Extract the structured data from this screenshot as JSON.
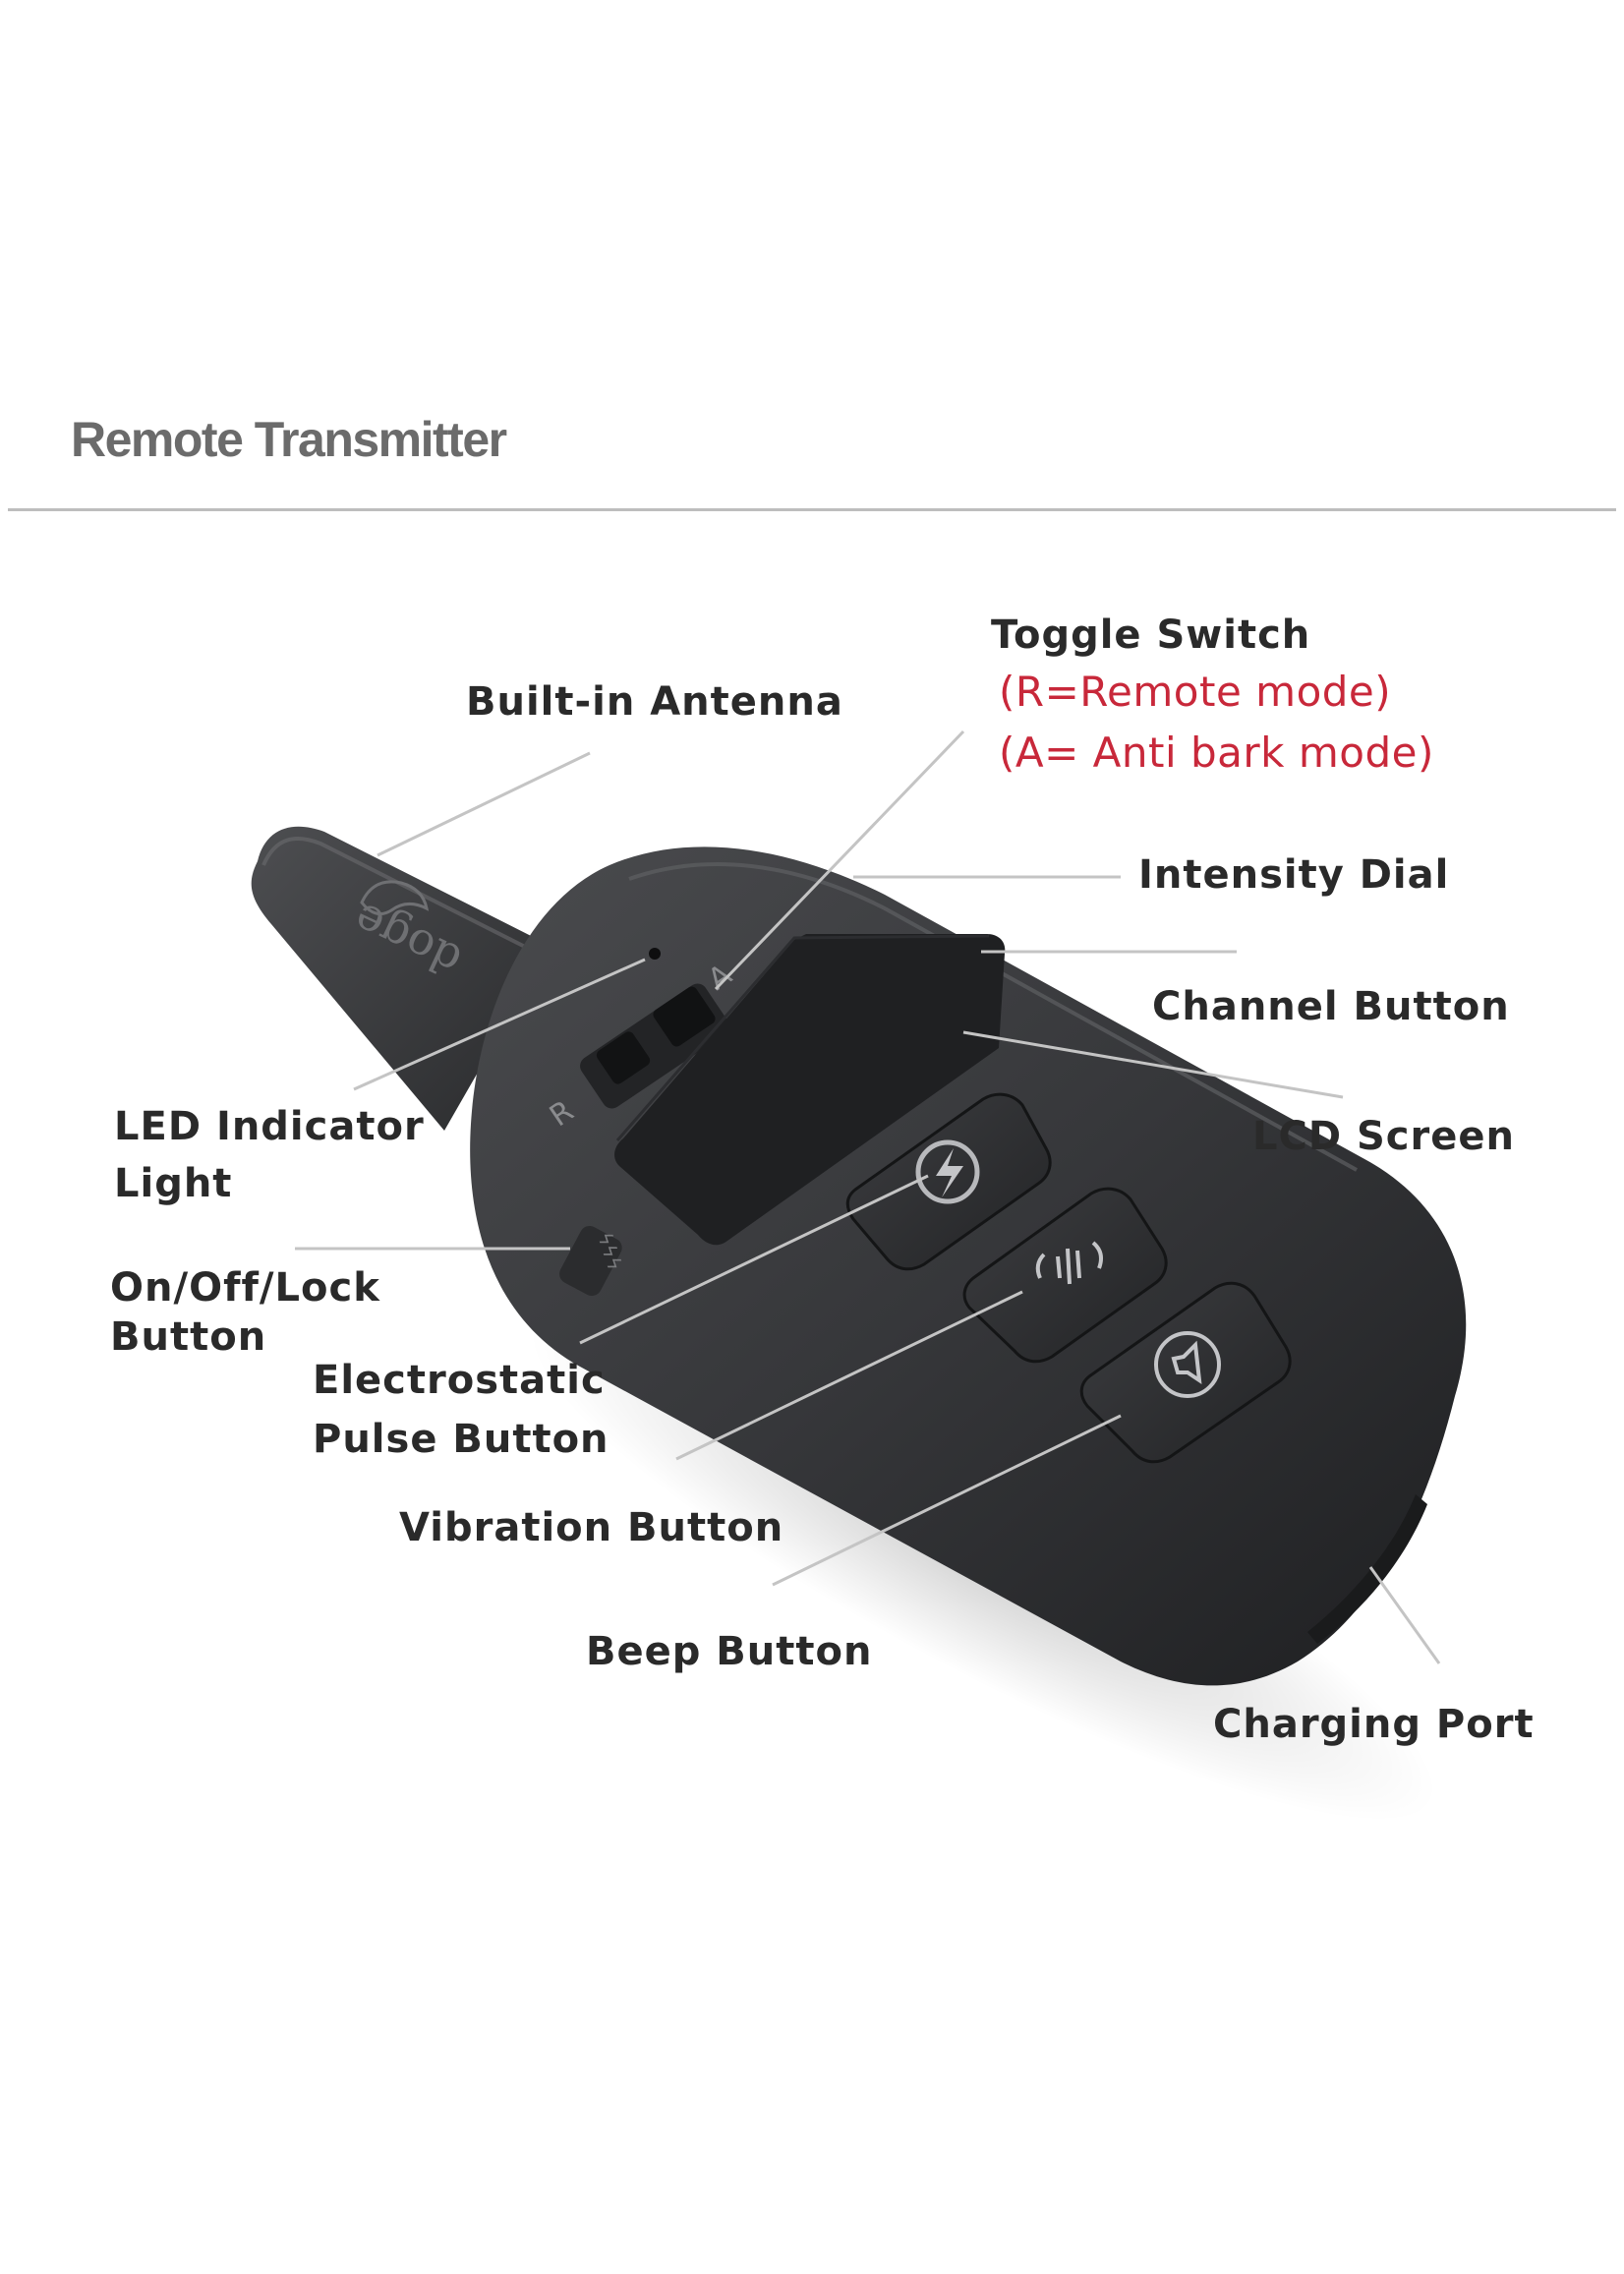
{
  "title": "Remote Transmitter",
  "device": {
    "brand_text": "doge",
    "switch_left": "R",
    "switch_right": "A",
    "side_text": "ϟϟϟ"
  },
  "labels": {
    "antenna": "Built-in Antenna",
    "toggle_title": "Toggle Switch",
    "toggle_r": "(R=Remote mode)",
    "toggle_a": "(A= Anti bark mode)",
    "intensity": "Intensity Dial",
    "channel": "Channel Button",
    "lcd": "LCD Screen",
    "led_1": "LED Indicator",
    "led_2": "Light",
    "onoff_1": "On/Off/Lock",
    "onoff_2": "Button",
    "pulse_1": "Electrostatic",
    "pulse_2": "Pulse Button",
    "vibration": "Vibration Button",
    "beep": "Beep Button",
    "charging": "Charging Port"
  },
  "colors": {
    "label": "#2a2a2a",
    "accent_red": "#c8283a",
    "leader_line": "#c4c4c4",
    "device_body": "#3a3b3d"
  }
}
